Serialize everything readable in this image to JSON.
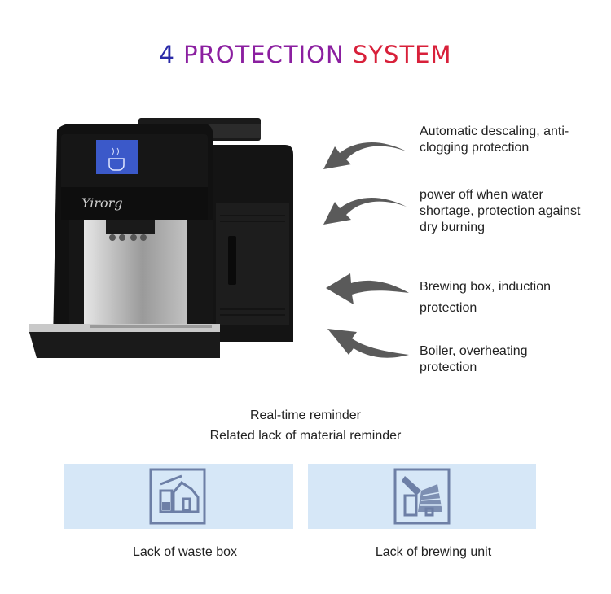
{
  "title": {
    "num": "4",
    "word1": "PROTECTION",
    "word2": "SYSTEM"
  },
  "machine": {
    "brand": "Yirorg"
  },
  "features": [
    {
      "label": "Automatic descaling, anti-clogging protection"
    },
    {
      "label": "power off when water shortage, protection against dry burning"
    },
    {
      "label": "Brewing box, induction protection"
    },
    {
      "label": "Boiler, overheating protection"
    }
  ],
  "reminders": {
    "line1": "Real-time reminder",
    "line2": "Related lack of material reminder"
  },
  "panels": [
    {
      "caption": "Lack of waste box",
      "icon": "waste-box-icon"
    },
    {
      "caption": "Lack of brewing unit",
      "icon": "brewing-unit-icon"
    }
  ],
  "colors": {
    "title_num": "#2a2aa8",
    "title_word1": "#8b1fa0",
    "title_word2": "#d8203a",
    "panel_bg": "#d6e7f7",
    "arrow": "#5a5a5a"
  }
}
